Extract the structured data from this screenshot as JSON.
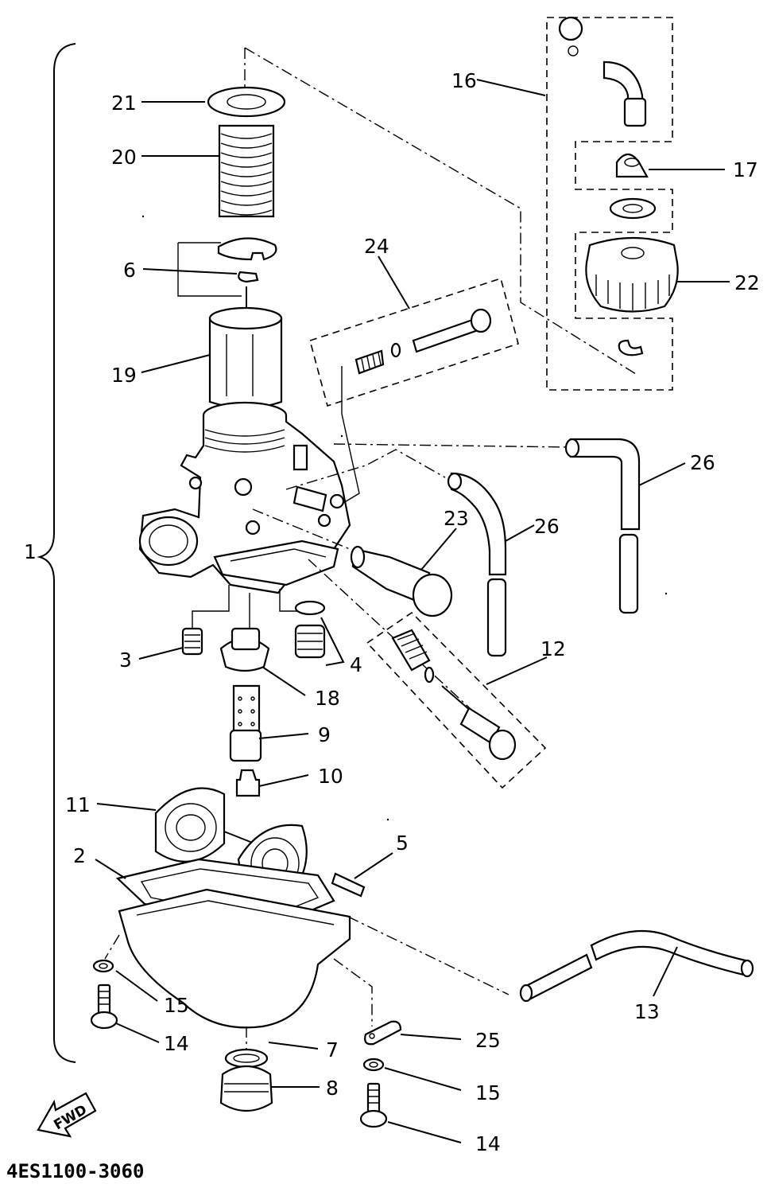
{
  "diagram": {
    "callouts": [
      "1",
      "2",
      "3",
      "4",
      "5",
      "6",
      "7",
      "8",
      "9",
      "10",
      "11",
      "12",
      "13",
      "14",
      "14",
      "15",
      "15",
      "16",
      "17",
      "18",
      "19",
      "20",
      "21",
      "22",
      "23",
      "24",
      "25",
      "26",
      "26"
    ],
    "direction_arrow": "FWD",
    "figure_code": "4ES1100-3060"
  }
}
